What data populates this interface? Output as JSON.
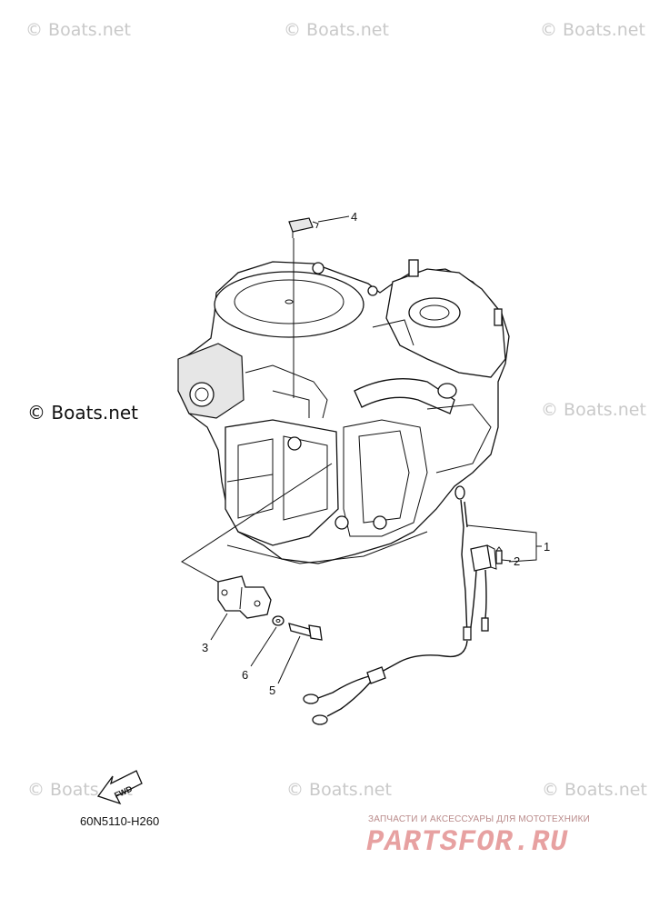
{
  "watermarks": {
    "faint_text": "© Boats.net",
    "strong_text": "© Boats.net"
  },
  "callouts": [
    {
      "id": "1",
      "label": "1"
    },
    {
      "id": "2",
      "label": "2"
    },
    {
      "id": "3",
      "label": "3"
    },
    {
      "id": "4",
      "label": "4"
    },
    {
      "id": "5",
      "label": "5"
    },
    {
      "id": "6",
      "label": "6"
    }
  ],
  "fwd_label": "FWD",
  "diagram_code": "60N5110-H260",
  "brand": {
    "tagline": "ЗАПЧАСТИ И АКСЕССУАРЫ ДЛЯ МОТОТЕХНИКИ",
    "logo": "PARTSFOR.RU"
  },
  "colors": {
    "line": "#111111",
    "watermark": "#c9c9c9",
    "brand": "#e7a1a1"
  }
}
